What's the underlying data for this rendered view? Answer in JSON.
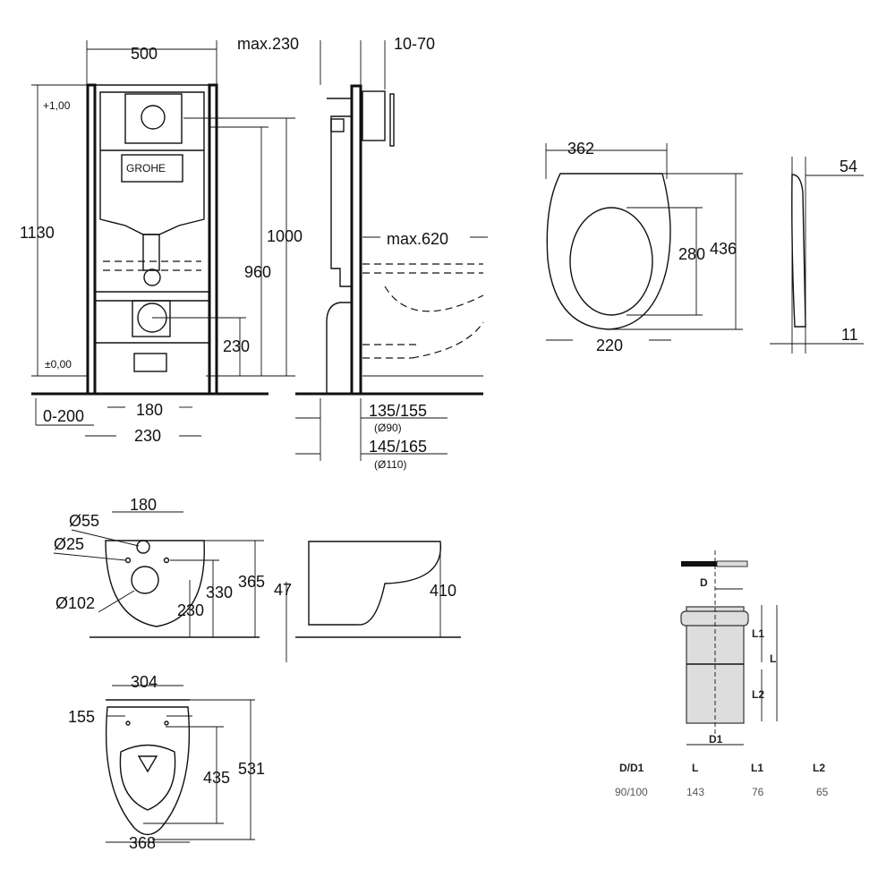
{
  "frame_front": {
    "width": "500",
    "height": "1130",
    "level_top": "+1,00",
    "level_zero": "±0,00",
    "h1000": "1000",
    "h960": "960",
    "h230": "230",
    "w180": "180",
    "w230": "230",
    "floor_range": "0-200",
    "brand": "GROHE"
  },
  "frame_side": {
    "max230": "max.230",
    "range10_70": "10-70",
    "max620": "max.620",
    "d90": "135/155",
    "d90_note": "(Ø90)",
    "d110": "145/165",
    "d110_note": "(Ø110)"
  },
  "seat": {
    "width": "362",
    "length": "436",
    "inner": "280",
    "hinge": "220",
    "thick_top": "54",
    "thick_bottom": "11"
  },
  "bowl_front": {
    "w180": "180",
    "d55": "Ø55",
    "d25": "Ø25",
    "d102": "Ø102",
    "h330": "330",
    "h365": "365",
    "h230": "230",
    "h47": "47",
    "h410": "410"
  },
  "bowl_top": {
    "w304": "304",
    "w155": "155",
    "l435": "435",
    "l531": "531",
    "w368": "368"
  },
  "pipe": {
    "label_D": "D",
    "label_D1": "D1",
    "label_L": "L",
    "label_L1": "L1",
    "label_L2": "L2",
    "table": {
      "headers": [
        "D/D1",
        "L",
        "L1",
        "L2"
      ],
      "values": [
        "90/100",
        "143",
        "76",
        "65"
      ]
    }
  }
}
